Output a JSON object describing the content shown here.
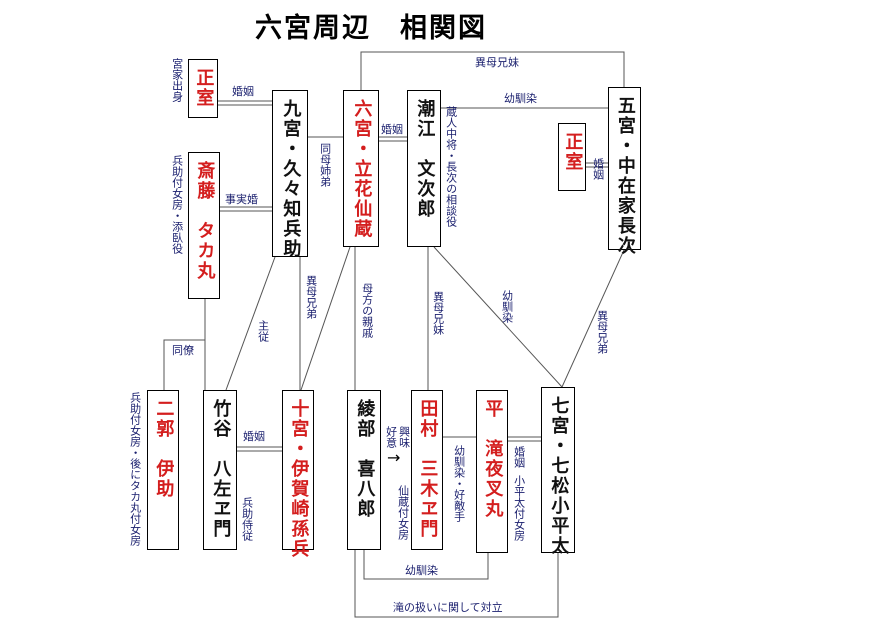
{
  "title": "六宮周辺　相関図",
  "persons": {
    "seishitsu9": "正室",
    "saito": "斎藤　タカ丸",
    "kyu": "九宮・久々知兵助",
    "roku": "六宮・立花仙蔵",
    "ushio": "潮江　文次郎",
    "seishitsu5": "正室",
    "go": "五宮・中在家長次",
    "niro": "二郭　伊助",
    "takeya": "竹谷　八左ヱ門",
    "ju": "十宮・伊賀崎孫兵",
    "ayabe": "綾部　喜八郎",
    "tamura": "田村　三木ヱ門",
    "taira": "平　滝夜叉丸",
    "nana": "七宮・七松小平太"
  },
  "labels": {
    "miyake": "宮家出身",
    "konin1": "婚姻",
    "konin2": "婚姻",
    "konin3": "婚姻",
    "konin4": "婚姻",
    "konin5": "婚姻",
    "jijitsu": "事実婚",
    "hyosuke_nyobo": "兵助付女房・添臥役",
    "doboshitei": "同母姉弟",
    "ibo_kyomai": "異母兄妹",
    "osana_top": "幼馴染",
    "kurodo": "蔵人中将・長次の相談役",
    "shuju": "主従",
    "ibo_kyodai1": "異母兄弟",
    "hahakata": "母方の親戚",
    "ibo_kyomai2": "異母兄妹",
    "osana_mid": "幼馴染",
    "ibo_kyodai2": "異母兄弟",
    "doryo": "同僚",
    "iza_note": "兵助付女房・後にタカ丸付女房",
    "hyosuke_jiju": "兵助侍従",
    "kyomi": "興味",
    "koi": "好意",
    "senzo_nyobo": "仙蔵付女房",
    "osana_kotekishu": "幼馴染・好敵手",
    "kodaira_nyobo": "小平太付女房",
    "osana_bottom": "幼馴染",
    "taiketsu": "滝の扱いに関して対立"
  }
}
